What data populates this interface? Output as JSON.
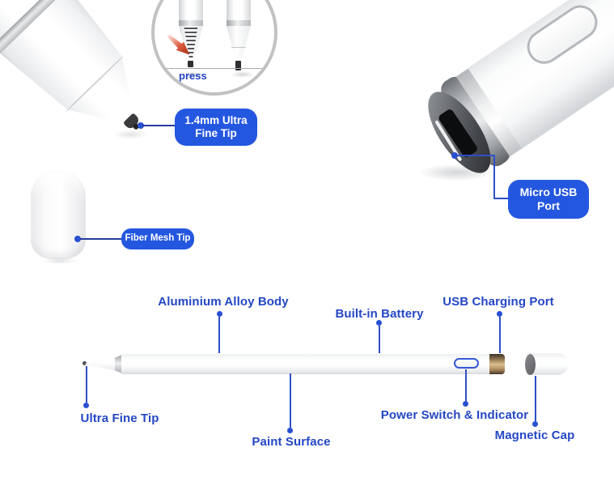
{
  "colors": {
    "callout_button_bg": "#2457e0",
    "feature_label_text": "#2447c5",
    "connector_line": "#2e4ec9",
    "press_text": "#2441c4"
  },
  "callouts": {
    "fine_tip": "1.4mm Ultra Fine Tip",
    "fiber_mesh_tip": "Fiber Mesh Tip",
    "micro_usb_port": "Micro USB Port",
    "press_caption": "press"
  },
  "feature_labels": {
    "aluminium_alloy_body": "Aluminium Alloy Body",
    "built_in_battery": "Built-in Battery",
    "usb_charging_port": "USB Charging Port",
    "ultra_fine_tip": "Ultra Fine Tip",
    "paint_surface": "Paint Surface",
    "power_switch_indicator": "Power Switch & Indicator",
    "magnetic_cap": "Magnetic Cap"
  }
}
